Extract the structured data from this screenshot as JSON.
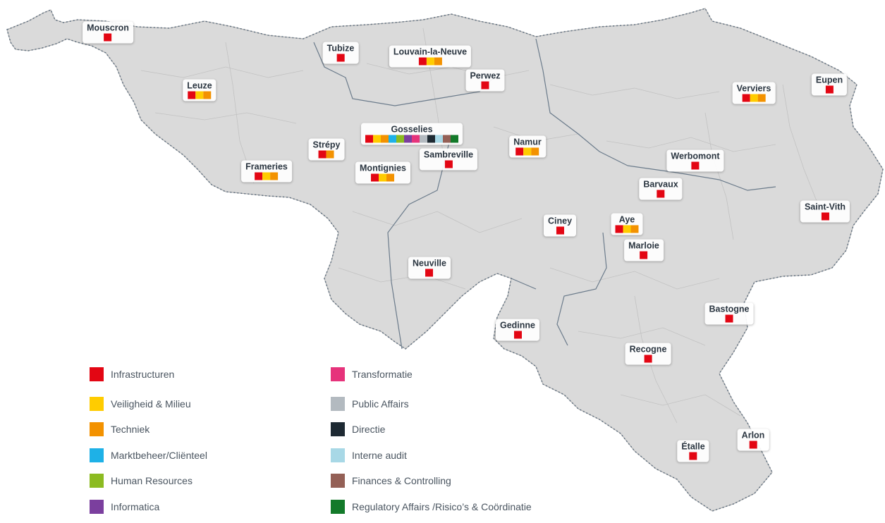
{
  "colors": {
    "infra": "#e30613",
    "safety": "#ffcc00",
    "tech": "#f39200",
    "market": "#1eb1e7",
    "hr": "#8cbb21",
    "it": "#7b3f9e",
    "transfo": "#e6337b",
    "public": "#b3bac0",
    "direction": "#1e2a33",
    "audit": "#a8d8e6",
    "finance": "#946056",
    "regulatory": "#137a2a"
  },
  "sites": [
    {
      "name": "Mouscron",
      "departments": [
        "infra"
      ]
    },
    {
      "name": "Tubize",
      "departments": [
        "infra"
      ]
    },
    {
      "name": "Louvain-la-Neuve",
      "departments": [
        "infra",
        "safety",
        "tech"
      ]
    },
    {
      "name": "Perwez",
      "departments": [
        "infra"
      ]
    },
    {
      "name": "Leuze",
      "departments": [
        "infra",
        "safety",
        "tech"
      ]
    },
    {
      "name": "Verviers",
      "departments": [
        "infra",
        "safety",
        "tech"
      ]
    },
    {
      "name": "Eupen",
      "departments": [
        "infra"
      ]
    },
    {
      "name": "Gosselies",
      "departments": [
        "infra",
        "safety",
        "tech",
        "market",
        "hr",
        "it",
        "transfo",
        "public",
        "direction",
        "audit",
        "finance",
        "regulatory"
      ]
    },
    {
      "name": "Strépy",
      "departments": [
        "infra",
        "tech"
      ]
    },
    {
      "name": "Namur",
      "departments": [
        "infra",
        "safety",
        "tech"
      ]
    },
    {
      "name": "Sambreville",
      "departments": [
        "infra"
      ]
    },
    {
      "name": "Werbomont",
      "departments": [
        "infra"
      ]
    },
    {
      "name": "Frameries",
      "departments": [
        "infra",
        "safety",
        "tech"
      ]
    },
    {
      "name": "Montignies",
      "departments": [
        "infra",
        "safety",
        "tech"
      ]
    },
    {
      "name": "Barvaux",
      "departments": [
        "infra"
      ]
    },
    {
      "name": "Saint-Vith",
      "departments": [
        "infra"
      ]
    },
    {
      "name": "Ciney",
      "departments": [
        "infra"
      ]
    },
    {
      "name": "Aye",
      "departments": [
        "infra",
        "safety",
        "tech"
      ]
    },
    {
      "name": "Marloie",
      "departments": [
        "infra"
      ]
    },
    {
      "name": "Neuville",
      "departments": [
        "infra"
      ]
    },
    {
      "name": "Bastogne",
      "departments": [
        "infra"
      ]
    },
    {
      "name": "Gedinne",
      "departments": [
        "infra"
      ]
    },
    {
      "name": "Recogne",
      "departments": [
        "infra"
      ]
    },
    {
      "name": "Arlon",
      "departments": [
        "infra"
      ]
    },
    {
      "name": "Étalle",
      "departments": [
        "infra"
      ]
    }
  ],
  "legend": [
    {
      "key": "infra",
      "label": "Infrastructuren"
    },
    {
      "key": "safety",
      "label": "Veiligheid & Milieu"
    },
    {
      "key": "tech",
      "label": "Techniek"
    },
    {
      "key": "market",
      "label": "Marktbeheer/Cliënteel"
    },
    {
      "key": "hr",
      "label": "Human Resources"
    },
    {
      "key": "it",
      "label": "Informatica"
    },
    {
      "key": "transfo",
      "label": "Transformatie"
    },
    {
      "key": "public",
      "label": "Public Affairs"
    },
    {
      "key": "direction",
      "label": "Directie"
    },
    {
      "key": "audit",
      "label": "Interne audit"
    },
    {
      "key": "finance",
      "label": "Finances & Controlling"
    },
    {
      "key": "regulatory",
      "label": "Regulatory Affairs /Risico’s & Coördinatie"
    }
  ]
}
